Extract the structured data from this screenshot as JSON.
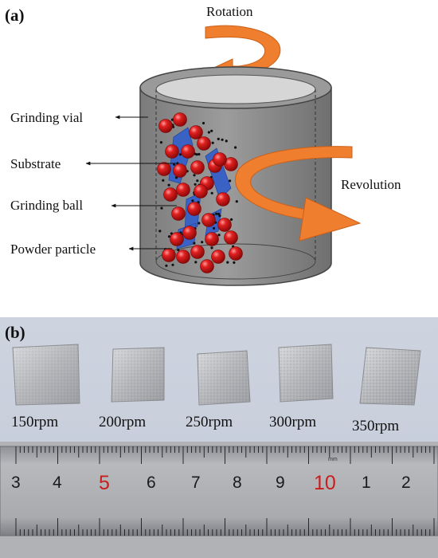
{
  "panel_a": {
    "label": "(a)",
    "rotation_label": "Rotation",
    "revolution_label": "Revolution",
    "parts": [
      {
        "id": "grinding-vial",
        "label": "Grinding vial"
      },
      {
        "id": "substrate",
        "label": "Substrate"
      },
      {
        "id": "grinding-ball",
        "label": "Grinding ball"
      },
      {
        "id": "powder-particle",
        "label": "Powder particle"
      }
    ],
    "colors": {
      "vial": "#8e8e8e",
      "ball": "#d31818",
      "substrate": "#3a62c4",
      "arrow": "#ef7f2f"
    }
  },
  "panel_b": {
    "label": "(b)",
    "samples": [
      {
        "label": "150rpm"
      },
      {
        "label": "200rpm"
      },
      {
        "label": "250rpm"
      },
      {
        "label": "300rpm"
      },
      {
        "label": "350rpm"
      }
    ],
    "ruler": {
      "numbers": [
        "3",
        "4",
        "5",
        "6",
        "7",
        "8",
        "9",
        "10",
        "1",
        "2"
      ],
      "highlighted": [
        "5",
        "10"
      ],
      "unit": "mm"
    }
  }
}
